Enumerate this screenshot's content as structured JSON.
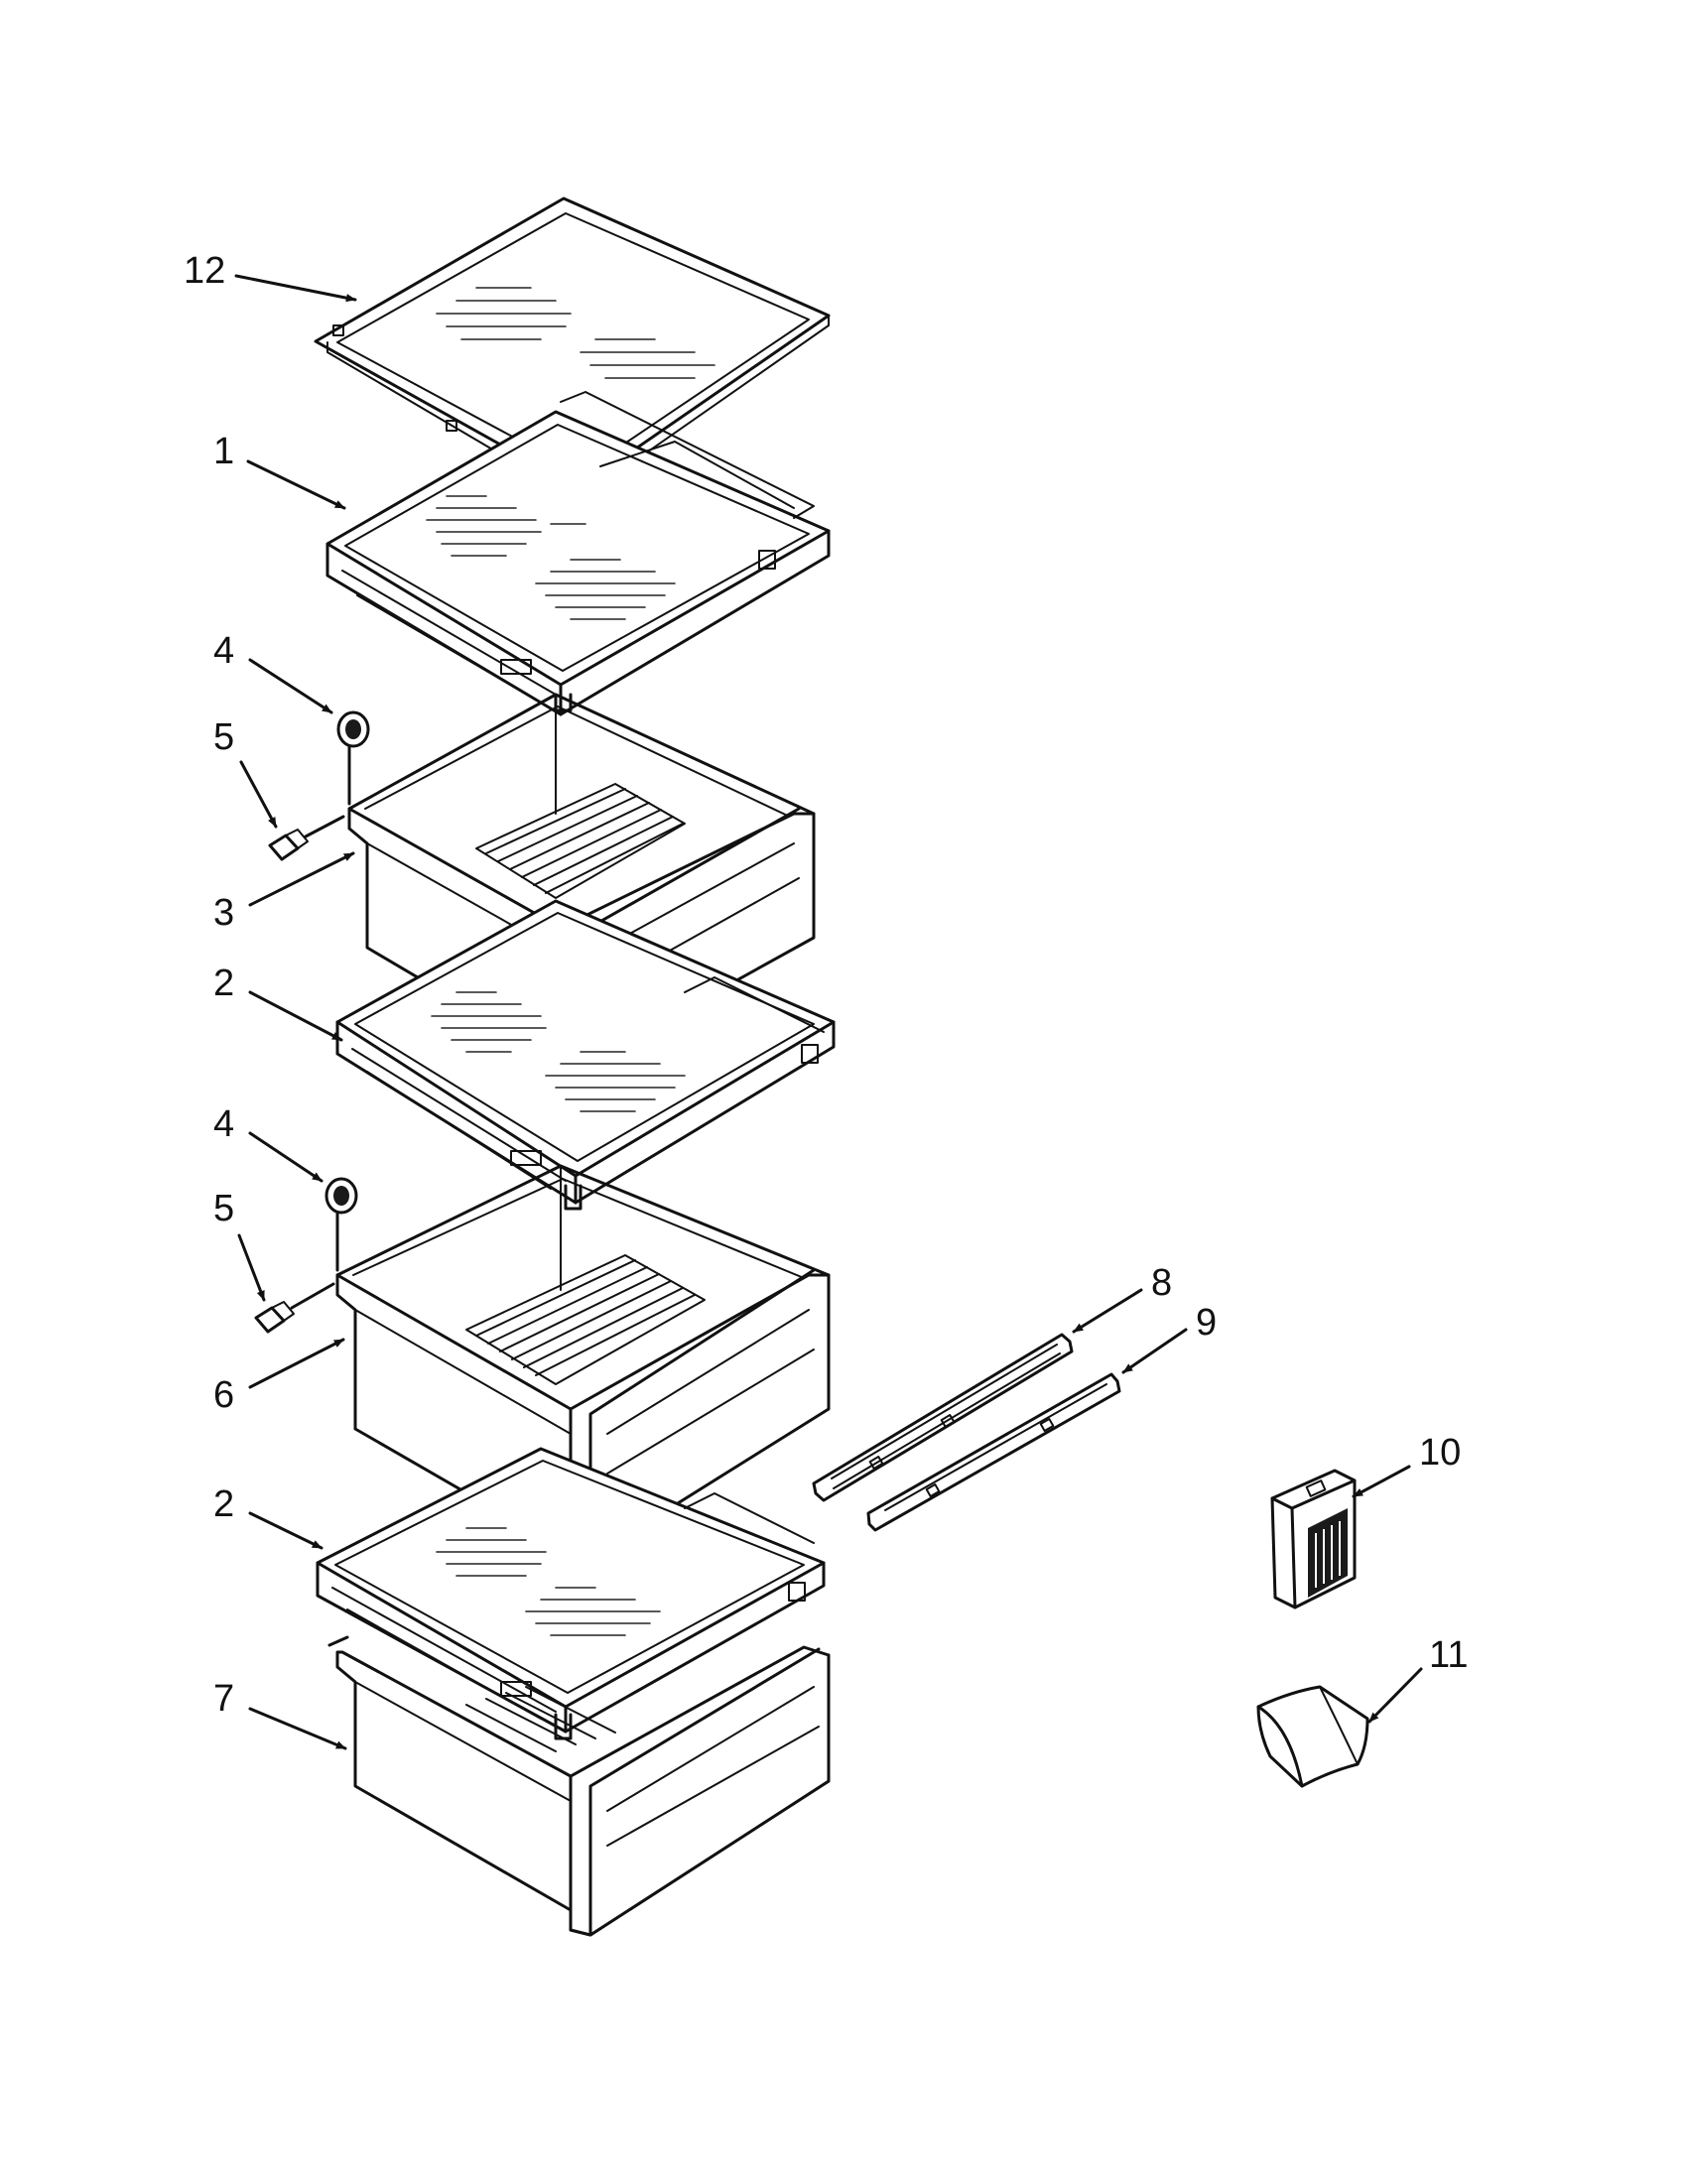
{
  "callouts": [
    {
      "id": "12",
      "label": "12"
    },
    {
      "id": "1",
      "label": "1"
    },
    {
      "id": "4a",
      "label": "4"
    },
    {
      "id": "5a",
      "label": "5"
    },
    {
      "id": "3",
      "label": "3"
    },
    {
      "id": "2a",
      "label": "2"
    },
    {
      "id": "4b",
      "label": "4"
    },
    {
      "id": "5b",
      "label": "5"
    },
    {
      "id": "6",
      "label": "6"
    },
    {
      "id": "8",
      "label": "8"
    },
    {
      "id": "9",
      "label": "9"
    },
    {
      "id": "10",
      "label": "10"
    },
    {
      "id": "2b",
      "label": "2"
    },
    {
      "id": "11",
      "label": "11"
    },
    {
      "id": "7",
      "label": "7"
    }
  ],
  "colors": {
    "line": "#111111",
    "background": "#ffffff"
  }
}
